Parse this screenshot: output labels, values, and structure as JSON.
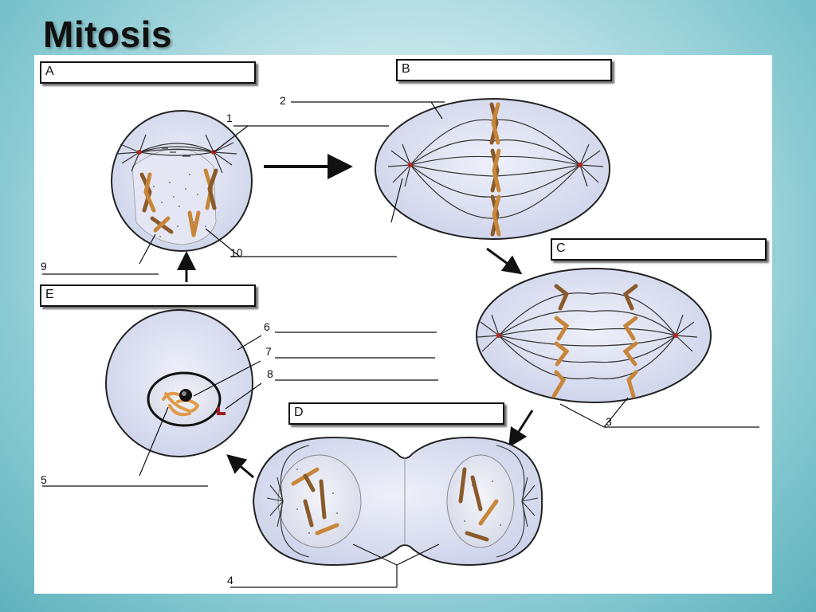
{
  "title": "Mitosis",
  "stage_boxes": {
    "a": "A",
    "b": "B",
    "c": "C",
    "d": "D",
    "e": "E"
  },
  "labels": {
    "n1": "1",
    "n2": "2",
    "n3": "3",
    "n4": "4",
    "n5": "5",
    "n6": "6",
    "n7": "7",
    "n8": "8",
    "n9": "9",
    "n10": "10"
  },
  "colors": {
    "background": "#7cc3cc",
    "cell_fill": "#dfe3f3",
    "chromosome": "#c8863a",
    "chromosome_dark": "#8a5a2b",
    "centriole": "#b3271e"
  }
}
